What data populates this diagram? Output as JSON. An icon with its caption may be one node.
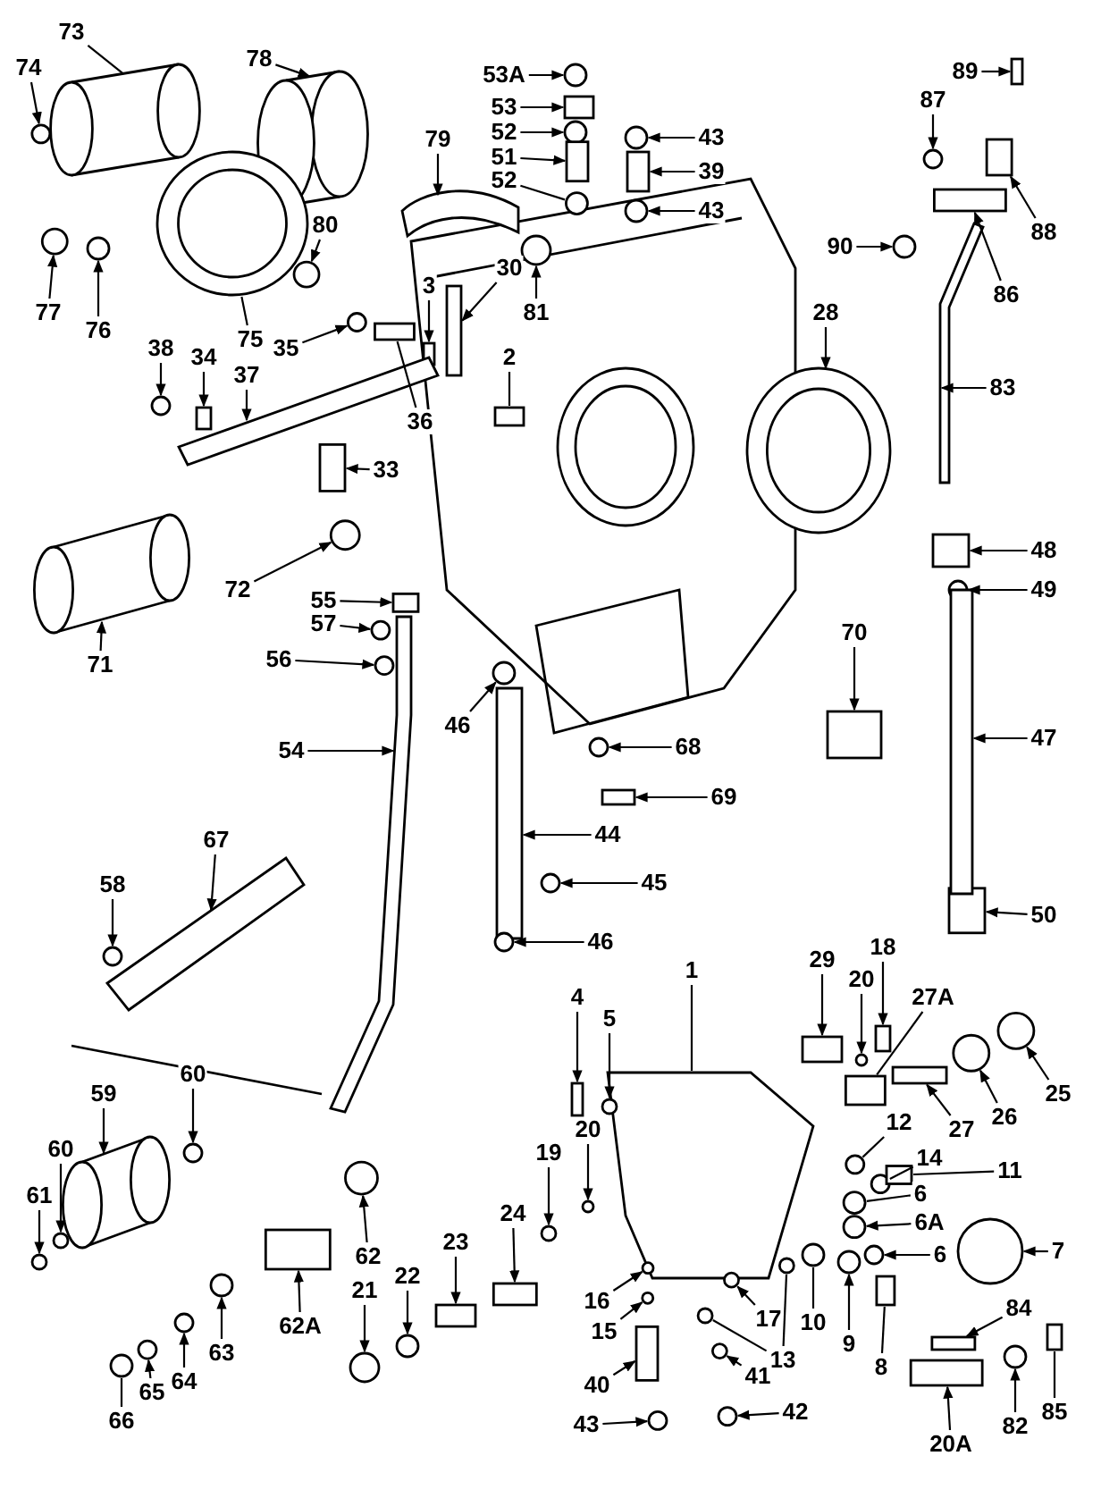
{
  "diagram": {
    "nodes": [
      {
        "text": [
          "73"
        ]
      },
      {
        "text": [
          "74"
        ]
      },
      {
        "text": [
          "78"
        ]
      },
      {
        "text": [
          "53A"
        ]
      },
      {
        "text": [
          "53"
        ]
      },
      {
        "text": [
          "52"
        ]
      },
      {
        "text": [
          "51"
        ]
      },
      {
        "text": [
          "52"
        ]
      },
      {
        "text": [
          "43"
        ]
      },
      {
        "text": [
          "39"
        ]
      },
      {
        "text": [
          "43"
        ]
      },
      {
        "text": [
          "89"
        ]
      },
      {
        "text": [
          "87"
        ]
      },
      {
        "text": [
          "88"
        ]
      },
      {
        "text": [
          "90"
        ]
      },
      {
        "text": [
          "86"
        ]
      },
      {
        "text": [
          "77"
        ]
      },
      {
        "text": [
          "76"
        ]
      },
      {
        "text": [
          "75"
        ]
      },
      {
        "text": [
          "80"
        ]
      },
      {
        "text": [
          "79"
        ]
      },
      {
        "text": [
          "81"
        ]
      },
      {
        "text": [
          "35"
        ]
      },
      {
        "text": [
          "30"
        ]
      },
      {
        "text": [
          "3"
        ]
      },
      {
        "text": [
          "2"
        ]
      },
      {
        "text": [
          "38"
        ]
      },
      {
        "text": [
          "34"
        ]
      },
      {
        "text": [
          "37"
        ]
      },
      {
        "text": [
          "36"
        ]
      },
      {
        "text": [
          "33"
        ]
      },
      {
        "text": [
          "28"
        ]
      },
      {
        "text": [
          "83"
        ]
      },
      {
        "text": [
          "72"
        ]
      },
      {
        "text": [
          "71"
        ]
      },
      {
        "text": [
          "55"
        ]
      },
      {
        "text": [
          "57"
        ]
      },
      {
        "text": [
          "56"
        ]
      },
      {
        "text": [
          "54"
        ]
      },
      {
        "text": [
          "48"
        ]
      },
      {
        "text": [
          "49"
        ]
      },
      {
        "text": [
          "70"
        ]
      },
      {
        "text": [
          "46"
        ]
      },
      {
        "text": [
          "68"
        ]
      },
      {
        "text": [
          "69"
        ]
      },
      {
        "text": [
          "44"
        ]
      },
      {
        "text": [
          "45"
        ]
      },
      {
        "text": [
          "46"
        ]
      },
      {
        "text": [
          "50"
        ]
      },
      {
        "text": [
          "67"
        ]
      },
      {
        "text": [
          "58"
        ]
      },
      {
        "text": [
          "1"
        ]
      },
      {
        "text": [
          "4"
        ]
      },
      {
        "text": [
          "5"
        ]
      },
      {
        "text": [
          "29"
        ]
      },
      {
        "text": [
          "18"
        ]
      },
      {
        "text": [
          "20"
        ]
      },
      {
        "text": [
          "27A"
        ]
      },
      {
        "text": [
          "25"
        ]
      },
      {
        "text": [
          "26"
        ]
      },
      {
        "text": [
          "27"
        ]
      },
      {
        "text": [
          "12"
        ]
      },
      {
        "text": [
          "14"
        ]
      },
      {
        "text": [
          "11"
        ]
      },
      {
        "text": [
          "6"
        ]
      },
      {
        "text": [
          "6A"
        ]
      },
      {
        "text": [
          "6"
        ]
      },
      {
        "text": [
          "7"
        ]
      },
      {
        "text": [
          "60"
        ]
      },
      {
        "text": [
          "59"
        ]
      },
      {
        "text": [
          "60"
        ]
      },
      {
        "text": [
          "61"
        ]
      },
      {
        "text": [
          "20"
        ]
      },
      {
        "text": [
          "19"
        ]
      },
      {
        "text": [
          "62"
        ]
      },
      {
        "text": [
          "62A"
        ]
      },
      {
        "text": [
          "21"
        ]
      },
      {
        "text": [
          "22"
        ]
      },
      {
        "text": [
          "23"
        ]
      },
      {
        "text": [
          "24"
        ]
      },
      {
        "text": [
          "16"
        ]
      },
      {
        "text": [
          "15"
        ]
      },
      {
        "text": [
          "17"
        ]
      },
      {
        "text": [
          "10"
        ]
      },
      {
        "text": [
          "9"
        ]
      },
      {
        "text": [
          "8"
        ]
      },
      {
        "text": [
          "84"
        ]
      },
      {
        "text": [
          "13"
        ]
      },
      {
        "text": [
          "63"
        ]
      },
      {
        "text": [
          "64"
        ]
      },
      {
        "text": [
          "65"
        ]
      },
      {
        "text": [
          "66"
        ]
      },
      {
        "text": [
          "40"
        ]
      },
      {
        "text": [
          "41"
        ]
      },
      {
        "text": [
          "42"
        ]
      },
      {
        "text": [
          "85"
        ]
      },
      {
        "text": [
          "82"
        ]
      },
      {
        "text": [
          "20A"
        ]
      },
      {
        "text": [
          "43"
        ]
      },
      {
        "text": [
          "47"
        ]
      },
      {
        "text": [],
        "shape": "cylinder"
      },
      {
        "text": [],
        "shape": "circle"
      },
      {
        "text": [],
        "shape": "cylinder"
      },
      {
        "text": [],
        "shape": "circle"
      },
      {
        "text": [],
        "shape": "box"
      },
      {
        "text": [],
        "shape": "circle"
      },
      {
        "text": [],
        "shape": "box"
      },
      {
        "text": [],
        "shape": "circle"
      },
      {
        "text": [],
        "shape": "circle"
      },
      {
        "text": [],
        "shape": "box"
      },
      {
        "text": [],
        "shape": "circle"
      },
      {
        "text": [],
        "shape": "box"
      },
      {
        "text": [],
        "shape": "circle"
      },
      {
        "text": [],
        "shape": "box"
      },
      {
        "text": [],
        "shape": "circle"
      },
      {
        "text": [],
        "shape": "box"
      },
      {
        "text": [],
        "shape": "circle"
      },
      {
        "text": [],
        "shape": "circle"
      },
      {
        "text": [],
        "shape": "circle"
      },
      {
        "text": [],
        "shape": "circle"
      },
      {
        "text": [],
        "shape": "picture"
      },
      {
        "text": [],
        "shape": "circle"
      },
      {
        "text": [],
        "shape": "circle"
      },
      {
        "text": [],
        "shape": "box"
      },
      {
        "text": [],
        "shape": "box"
      },
      {
        "text": [],
        "shape": "box"
      },
      {
        "text": [],
        "shape": "circle"
      },
      {
        "text": [],
        "shape": "box"
      },
      {
        "text": [],
        "shape": "bar"
      },
      {
        "text": [],
        "shape": "box"
      },
      {
        "text": [],
        "shape": "box"
      },
      {
        "text": [],
        "shape": "circle"
      },
      {
        "text": [],
        "shape": "bar"
      },
      {
        "text": [],
        "shape": "circle"
      },
      {
        "text": [],
        "shape": "cylinder"
      },
      {
        "text": [],
        "shape": "box"
      },
      {
        "text": [],
        "shape": "circle"
      },
      {
        "text": [],
        "shape": "circle"
      },
      {
        "text": [],
        "shape": "bar"
      },
      {
        "text": [],
        "shape": "box"
      },
      {
        "text": [],
        "shape": "circle"
      },
      {
        "text": [],
        "shape": "box"
      },
      {
        "text": [],
        "shape": "circle"
      },
      {
        "text": [],
        "shape": "circle"
      },
      {
        "text": [],
        "shape": "box"
      },
      {
        "text": [],
        "shape": "bar"
      },
      {
        "text": [],
        "shape": "circle"
      },
      {
        "text": [],
        "shape": "circle"
      },
      {
        "text": [],
        "shape": "box"
      },
      {
        "text": [],
        "shape": "picture"
      },
      {
        "text": [],
        "shape": "circle"
      },
      {
        "text": [],
        "shape": "picture"
      },
      {
        "text": [],
        "shape": "box"
      },
      {
        "text": [],
        "shape": "circle"
      },
      {
        "text": [],
        "shape": "box"
      },
      {
        "text": [],
        "shape": "box"
      },
      {
        "text": [],
        "shape": "circle"
      },
      {
        "text": [],
        "shape": "box"
      },
      {
        "text": [],
        "shape": "circle"
      },
      {
        "text": [],
        "shape": "circle"
      },
      {
        "text": [],
        "shape": "box"
      },
      {
        "text": [],
        "shape": "circle"
      },
      {
        "text": [],
        "shape": "circle"
      },
      {
        "text": [],
        "shape": "box"
      },
      {
        "text": [],
        "shape": "circle"
      },
      {
        "text": [],
        "shape": "circle"
      },
      {
        "text": [],
        "shape": "circle"
      },
      {
        "text": [],
        "shape": "circle"
      },
      {
        "text": [],
        "shape": "circle"
      },
      {
        "text": [],
        "shape": "cylinder"
      },
      {
        "text": [],
        "shape": "circle"
      },
      {
        "text": [],
        "shape": "circle"
      },
      {
        "text": [],
        "shape": "circle"
      },
      {
        "text": [],
        "shape": "circle"
      },
      {
        "text": [],
        "shape": "circle"
      },
      {
        "text": [],
        "shape": "box"
      },
      {
        "text": [],
        "shape": "circle"
      },
      {
        "text": [],
        "shape": "circle"
      },
      {
        "text": [],
        "shape": "box"
      },
      {
        "text": [],
        "shape": "box"
      },
      {
        "text": [],
        "shape": "circle"
      },
      {
        "text": [],
        "shape": "circle"
      },
      {
        "text": [],
        "shape": "circle"
      },
      {
        "text": [],
        "shape": "circle"
      },
      {
        "text": [],
        "shape": "circle"
      },
      {
        "text": [],
        "shape": "box"
      },
      {
        "text": [],
        "shape": "box"
      },
      {
        "text": [],
        "shape": "circle"
      },
      {
        "text": [],
        "shape": "circle"
      },
      {
        "text": [],
        "shape": "circle"
      },
      {
        "text": [],
        "shape": "circle"
      },
      {
        "text": [],
        "shape": "circle"
      },
      {
        "text": [],
        "shape": "circle"
      },
      {
        "text": [],
        "shape": "box"
      },
      {
        "text": [],
        "shape": "circle"
      },
      {
        "text": [],
        "shape": "circle"
      },
      {
        "text": [],
        "shape": "box"
      },
      {
        "text": [],
        "shape": "circle"
      },
      {
        "text": [],
        "shape": "box"
      },
      {
        "text": [],
        "shape": "circle"
      },
      {
        "text": [],
        "shape": "bar"
      }
    ],
    "edges": [
      {
        "from": 0,
        "to": 100,
        "arrow": "none"
      },
      {
        "from": 1,
        "to": 101,
        "arrow": "to"
      },
      {
        "from": 2,
        "to": 102,
        "arrow": "to"
      },
      {
        "from": 3,
        "to": 103,
        "arrow": "to"
      },
      {
        "from": 4,
        "to": 104,
        "arrow": "to"
      },
      {
        "from": 5,
        "to": 105,
        "arrow": "to"
      },
      {
        "from": 6,
        "to": 106,
        "arrow": "to"
      },
      {
        "from": 7,
        "to": 107,
        "arrow": "none"
      },
      {
        "from": 8,
        "to": 108,
        "arrow": "to"
      },
      {
        "from": 9,
        "to": 109,
        "arrow": "to"
      },
      {
        "from": 10,
        "to": 110,
        "arrow": "to"
      },
      {
        "from": 11,
        "to": 111,
        "arrow": "to"
      },
      {
        "from": 12,
        "to": 112,
        "arrow": "to"
      },
      {
        "from": 13,
        "to": 113,
        "arrow": "to"
      },
      {
        "from": 14,
        "to": 114,
        "arrow": "to"
      },
      {
        "from": 15,
        "to": 115,
        "arrow": "to"
      },
      {
        "from": 16,
        "to": 116,
        "arrow": "to"
      },
      {
        "from": 17,
        "to": 117,
        "arrow": "to"
      },
      {
        "from": 18,
        "to": 118,
        "arrow": "none"
      },
      {
        "from": 19,
        "to": 119,
        "arrow": "to"
      },
      {
        "from": 20,
        "to": 120,
        "arrow": "to"
      },
      {
        "from": 21,
        "to": 121,
        "arrow": "to"
      },
      {
        "from": 22,
        "to": 122,
        "arrow": "to"
      },
      {
        "from": 23,
        "to": 123,
        "arrow": "to"
      },
      {
        "from": 24,
        "to": 124,
        "arrow": "to"
      },
      {
        "from": 25,
        "to": 125,
        "arrow": "none"
      },
      {
        "from": 26,
        "to": 126,
        "arrow": "to"
      },
      {
        "from": 27,
        "to": 127,
        "arrow": "to"
      },
      {
        "from": 28,
        "to": 128,
        "arrow": "to"
      },
      {
        "from": 29,
        "to": 129,
        "arrow": "none"
      },
      {
        "from": 30,
        "to": 130,
        "arrow": "to"
      },
      {
        "from": 31,
        "to": 131,
        "arrow": "to"
      },
      {
        "from": 32,
        "to": 132,
        "arrow": "to"
      },
      {
        "from": 33,
        "to": 133,
        "arrow": "to"
      },
      {
        "from": 34,
        "to": 134,
        "arrow": "to"
      },
      {
        "from": 35,
        "to": 135,
        "arrow": "to"
      },
      {
        "from": 36,
        "to": 136,
        "arrow": "to"
      },
      {
        "from": 37,
        "to": 137,
        "arrow": "to"
      },
      {
        "from": 38,
        "to": 138,
        "arrow": "to"
      },
      {
        "from": 39,
        "to": 139,
        "arrow": "to"
      },
      {
        "from": 40,
        "to": 140,
        "arrow": "to"
      },
      {
        "from": 41,
        "to": 141,
        "arrow": "to"
      },
      {
        "from": 42,
        "to": 142,
        "arrow": "to"
      },
      {
        "from": 43,
        "to": 143,
        "arrow": "to"
      },
      {
        "from": 44,
        "to": 144,
        "arrow": "to"
      },
      {
        "from": 45,
        "to": 145,
        "arrow": "to"
      },
      {
        "from": 46,
        "to": 146,
        "arrow": "to"
      },
      {
        "from": 47,
        "to": 147,
        "arrow": "to"
      },
      {
        "from": 48,
        "to": 148,
        "arrow": "to"
      },
      {
        "from": 49,
        "to": 149,
        "arrow": "to"
      },
      {
        "from": 50,
        "to": 150,
        "arrow": "to"
      },
      {
        "from": 51,
        "to": 151,
        "arrow": "none"
      },
      {
        "from": 52,
        "to": 152,
        "arrow": "to"
      },
      {
        "from": 53,
        "to": 153,
        "arrow": "to"
      },
      {
        "from": 54,
        "to": 154,
        "arrow": "to"
      },
      {
        "from": 55,
        "to": 155,
        "arrow": "to"
      },
      {
        "from": 56,
        "to": 156,
        "arrow": "to"
      },
      {
        "from": 57,
        "to": 157,
        "arrow": "none"
      },
      {
        "from": 58,
        "to": 158,
        "arrow": "to"
      },
      {
        "from": 59,
        "to": 159,
        "arrow": "to"
      },
      {
        "from": 60,
        "to": 160,
        "arrow": "to"
      },
      {
        "from": 61,
        "to": 161,
        "arrow": "none"
      },
      {
        "from": 62,
        "to": 162,
        "arrow": "none"
      },
      {
        "from": 63,
        "to": 163,
        "arrow": "none"
      },
      {
        "from": 64,
        "to": 164,
        "arrow": "none"
      },
      {
        "from": 65,
        "to": 165,
        "arrow": "to"
      },
      {
        "from": 66,
        "to": 166,
        "arrow": "to"
      },
      {
        "from": 67,
        "to": 167,
        "arrow": "to"
      },
      {
        "from": 68,
        "to": 168,
        "arrow": "to"
      },
      {
        "from": 69,
        "to": 169,
        "arrow": "to"
      },
      {
        "from": 70,
        "to": 170,
        "arrow": "to"
      },
      {
        "from": 71,
        "to": 171,
        "arrow": "to"
      },
      {
        "from": 72,
        "to": 172,
        "arrow": "to"
      },
      {
        "from": 73,
        "to": 173,
        "arrow": "to"
      },
      {
        "from": 74,
        "to": 174,
        "arrow": "to"
      },
      {
        "from": 75,
        "to": 175,
        "arrow": "to"
      },
      {
        "from": 76,
        "to": 176,
        "arrow": "to"
      },
      {
        "from": 77,
        "to": 177,
        "arrow": "to"
      },
      {
        "from": 78,
        "to": 178,
        "arrow": "to"
      },
      {
        "from": 79,
        "to": 179,
        "arrow": "to"
      },
      {
        "from": 80,
        "to": 180,
        "arrow": "to"
      },
      {
        "from": 81,
        "to": 181,
        "arrow": "to"
      },
      {
        "from": 82,
        "to": 182,
        "arrow": "to"
      },
      {
        "from": 83,
        "to": 183,
        "arrow": "none"
      },
      {
        "from": 84,
        "to": 184,
        "arrow": "to"
      },
      {
        "from": 85,
        "to": 185,
        "arrow": "none"
      },
      {
        "from": 86,
        "to": 186,
        "arrow": "to"
      },
      {
        "from": 87,
        "to": 187,
        "arrow": "none"
      },
      {
        "from": 87,
        "to": 188,
        "arrow": "none"
      },
      {
        "from": 88,
        "to": 189,
        "arrow": "to"
      },
      {
        "from": 89,
        "to": 190,
        "arrow": "to"
      },
      {
        "from": 90,
        "to": 191,
        "arrow": "to"
      },
      {
        "from": 91,
        "to": 192,
        "arrow": "none"
      },
      {
        "from": 92,
        "to": 193,
        "arrow": "to"
      },
      {
        "from": 93,
        "to": 194,
        "arrow": "to"
      },
      {
        "from": 94,
        "to": 195,
        "arrow": "to"
      },
      {
        "from": 95,
        "to": 196,
        "arrow": "none"
      },
      {
        "from": 96,
        "to": 197,
        "arrow": "to"
      },
      {
        "from": 97,
        "to": 198,
        "arrow": "to"
      },
      {
        "from": 98,
        "to": 199,
        "arrow": "to"
      },
      {
        "from": 99,
        "to": 200,
        "arrow": "to"
      }
    ]
  }
}
